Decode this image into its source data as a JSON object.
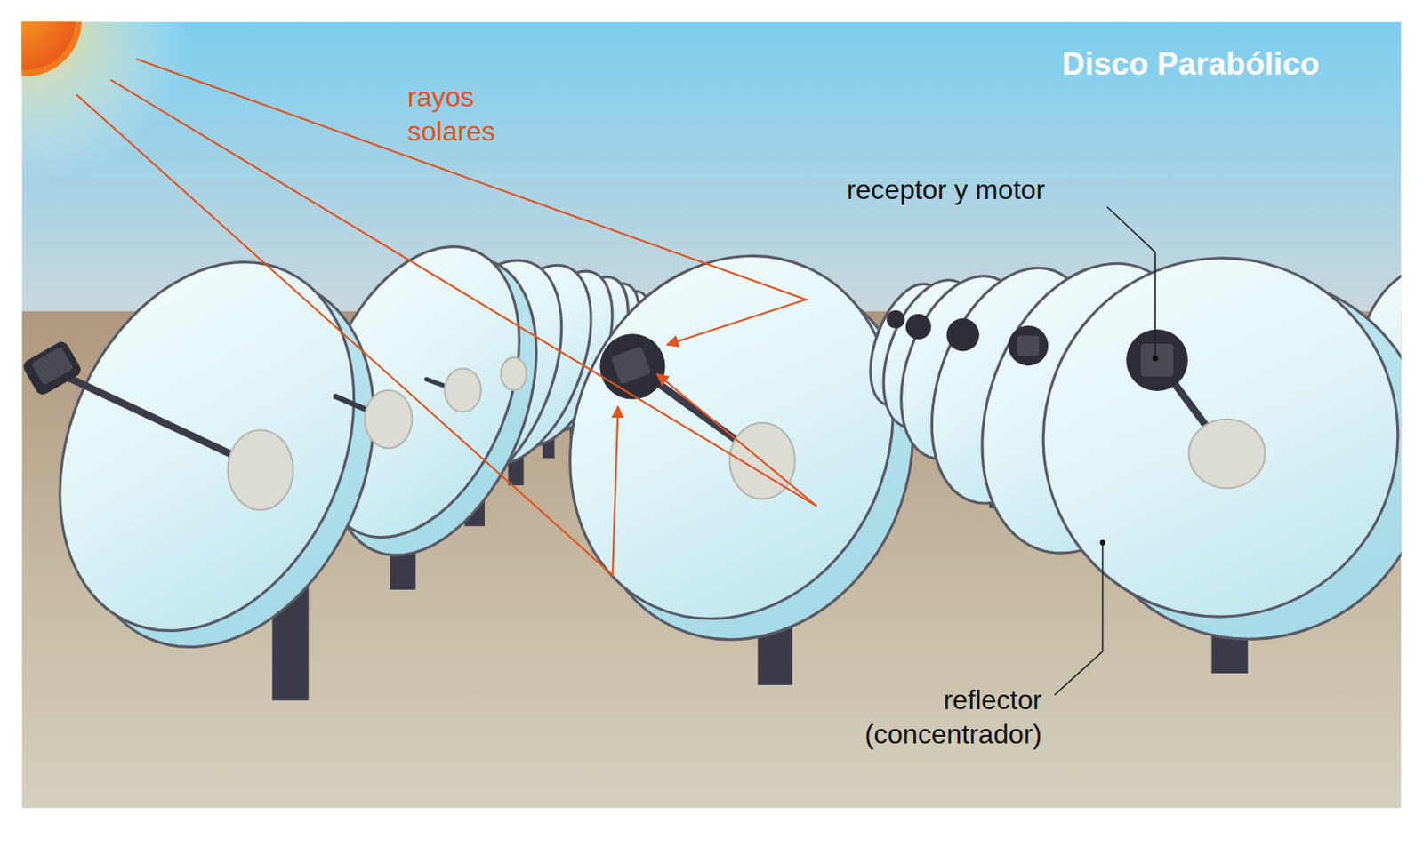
{
  "diagram": {
    "title": "Disco Parabólico",
    "labels": [
      "rayos solares",
      "receptor y motor",
      "reflector (concentrador)"
    ]
  }
}
